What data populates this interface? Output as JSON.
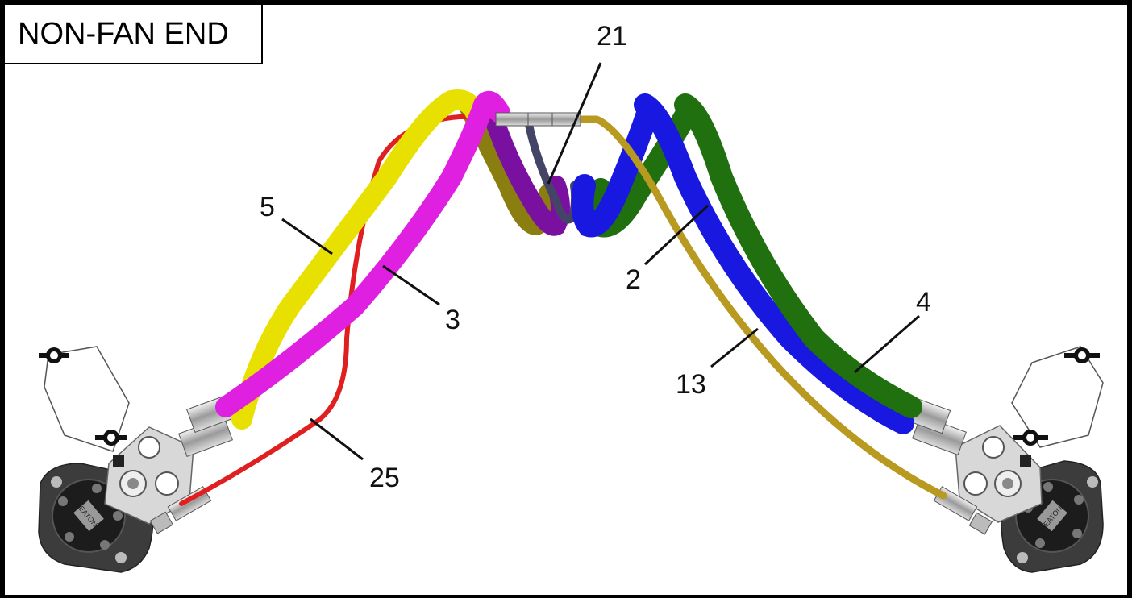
{
  "title": "NON-FAN END",
  "callouts": [
    {
      "id": "21",
      "label": "21"
    },
    {
      "id": "5",
      "label": "5"
    },
    {
      "id": "3",
      "label": "3"
    },
    {
      "id": "2",
      "label": "2"
    },
    {
      "id": "4",
      "label": "4"
    },
    {
      "id": "13",
      "label": "13"
    },
    {
      "id": "25",
      "label": "25"
    }
  ],
  "hose_colors": {
    "yellow": "#e8e000",
    "magenta": "#e020e0",
    "red": "#e02020",
    "olive": "#8a7e10",
    "purple": "#7a10a0",
    "slate": "#444466",
    "blue": "#1818e0",
    "green": "#207010",
    "gold": "#b89a20"
  },
  "pump_label": "EATON"
}
